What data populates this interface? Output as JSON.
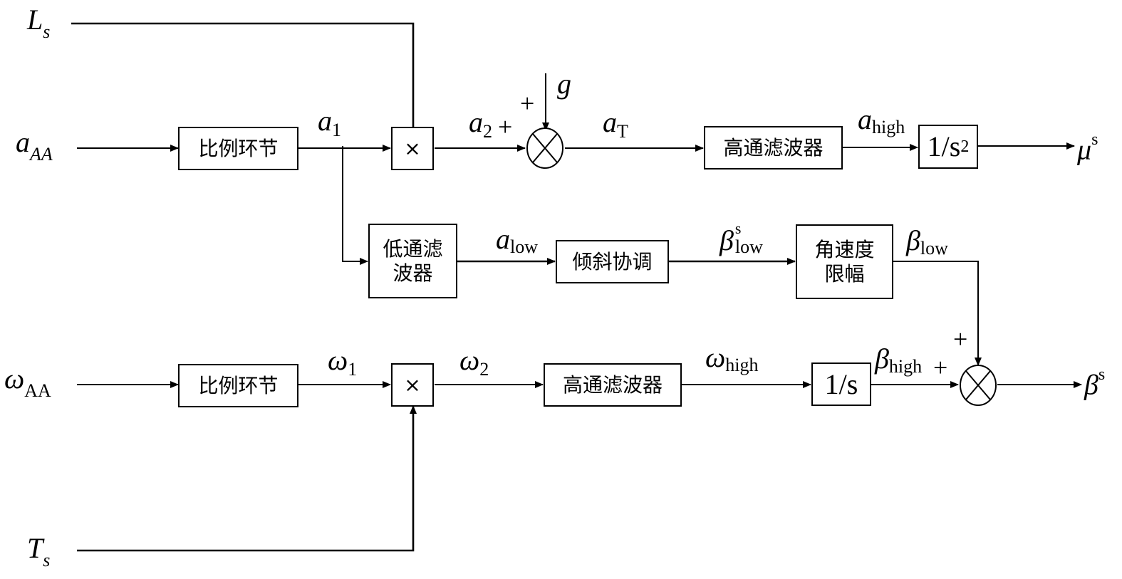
{
  "inputs": {
    "Ls": {
      "main": "L",
      "sub": "s"
    },
    "aAA": {
      "main": "a",
      "sub": "AA"
    },
    "omegaAA": {
      "main": "ω",
      "sub": "AA"
    },
    "Ts": {
      "main": "T",
      "sub": "s"
    }
  },
  "blocks": {
    "prop_a": "比例环节",
    "mult_a": "×",
    "hpf_a": "高通滤波器",
    "int2": "1/s",
    "int2_sup": "2",
    "lpf_line1": "低通滤",
    "lpf_line2": "波器",
    "tilt": "倾斜协调",
    "rate_line1": "角速度",
    "rate_line2": "限幅",
    "prop_w": "比例环节",
    "mult_w": "×",
    "hpf_w": "高通滤波器",
    "int1": "1/s"
  },
  "signals": {
    "a1": {
      "main": "a",
      "sub": "1"
    },
    "a2": {
      "main": "a",
      "sub": "2"
    },
    "g": {
      "main": "g"
    },
    "aT": {
      "main": "a",
      "sub": "T"
    },
    "ahigh": {
      "main": "a",
      "sub": "high"
    },
    "mus": {
      "main": "μ",
      "sup": "s"
    },
    "alow": {
      "main": "a",
      "sub": "low"
    },
    "betalow_s": {
      "main": "β",
      "sup": "s",
      "sub": "low"
    },
    "betalow": {
      "main": "β",
      "sub": "low"
    },
    "omega1": {
      "main": "ω",
      "sub": "1"
    },
    "omega2": {
      "main": "ω",
      "sub": "2"
    },
    "omegahigh": {
      "main": "ω",
      "sub": "high"
    },
    "betahigh": {
      "main": "β",
      "sub": "high"
    },
    "betas": {
      "main": "β",
      "sup": "s"
    }
  },
  "signs": {
    "sum_a_left": "+",
    "sum_a_top": "+",
    "sum_b_left": "+",
    "sum_b_top": "+"
  }
}
